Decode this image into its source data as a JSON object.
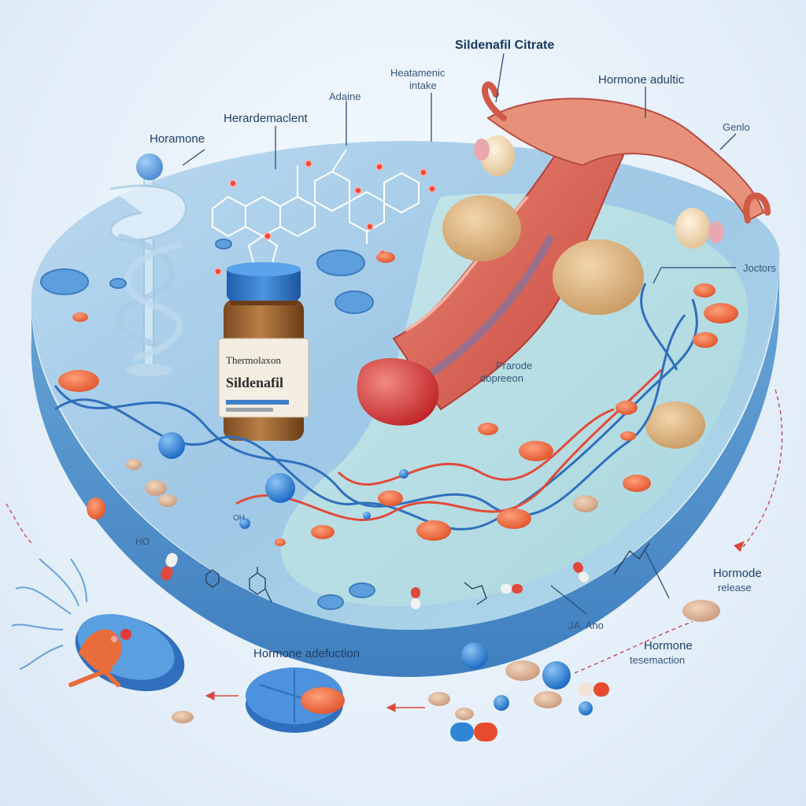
{
  "labels": {
    "sildenafil_citrate": "Sildenafil Citrate",
    "hormone_adultic": "Hormone adultic",
    "heatamenic_intake": "Heatamenic",
    "heatamenic_intake_2": "intake",
    "adaine": "Adaine",
    "herardemacient": "Herardemaclent",
    "horamone": "Horamone",
    "genlo": "Genlo",
    "joctors": "Joctors",
    "prarode_dopreeon": "Prarode",
    "prarode_dopreeon_2": "dopreeon",
    "hormode_release": "Hormode",
    "hormode_release_2": "release",
    "hormone_adefuction": "Hormone adefuction",
    "hormone_tesemaotion": "Hormone",
    "hormone_tesemaotion_2": "tesemaction",
    "ja_aho": "JA. Aho",
    "oh_mark": "OH",
    "ho_mark": "HO"
  },
  "vial": {
    "label_line1": "Thermolaxon",
    "label_line2": "Sildenafil"
  },
  "colors": {
    "platform_top": "#9cc6e6",
    "platform_side": "#4f8fc9",
    "pill_orange": "#ee6a3c",
    "pill_blue": "#2f86d6",
    "tissue_red": "#d9463f",
    "tissue_pink": "#e98a78",
    "gland_tan": "#e2bf8f",
    "label_text": "#1f3f66"
  },
  "icons": {
    "vial": "medicine-vial-icon",
    "caduceus": "glass-caduceus-icon",
    "molecule": "molecule-structure-icon",
    "organ": "reproductive-organ-icon",
    "tablet": "tablet-icon",
    "capsule": "capsule-icon",
    "neuron": "neuron-icon"
  }
}
